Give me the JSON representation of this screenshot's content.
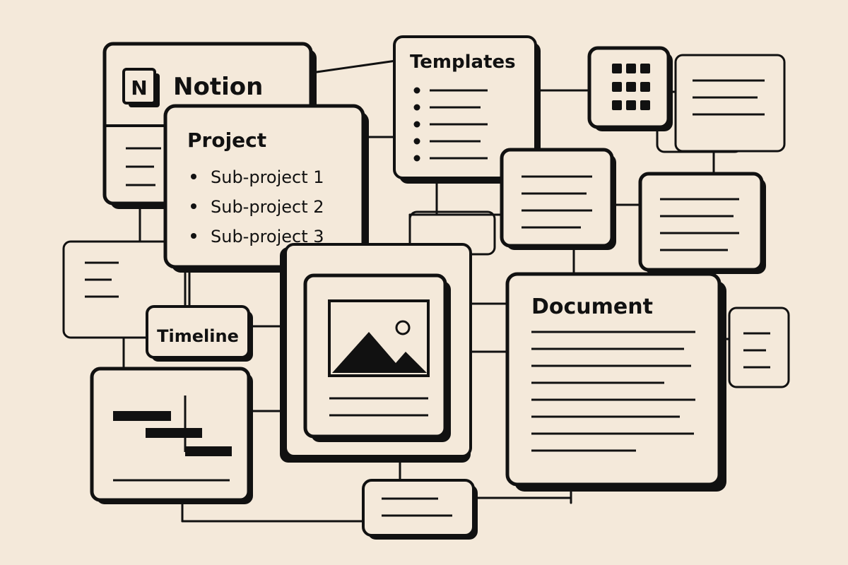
{
  "logo": {
    "glyph": "N",
    "text": "Notion",
    "icon": "notion-logo-icon"
  },
  "project": {
    "title": "Project",
    "items": [
      "Sub-project 1",
      "Sub-project 2",
      "Sub-project 3"
    ]
  },
  "templates": {
    "title": "Templates"
  },
  "timeline": {
    "title": "Timeline"
  },
  "document": {
    "title": "Document"
  },
  "icons": {
    "grid": "grid-icon",
    "image": "image-icon",
    "gantt": "gantt-icon"
  },
  "colors": {
    "background": "#f4e9da",
    "card": "#f4e9da",
    "ink": "#111111"
  }
}
